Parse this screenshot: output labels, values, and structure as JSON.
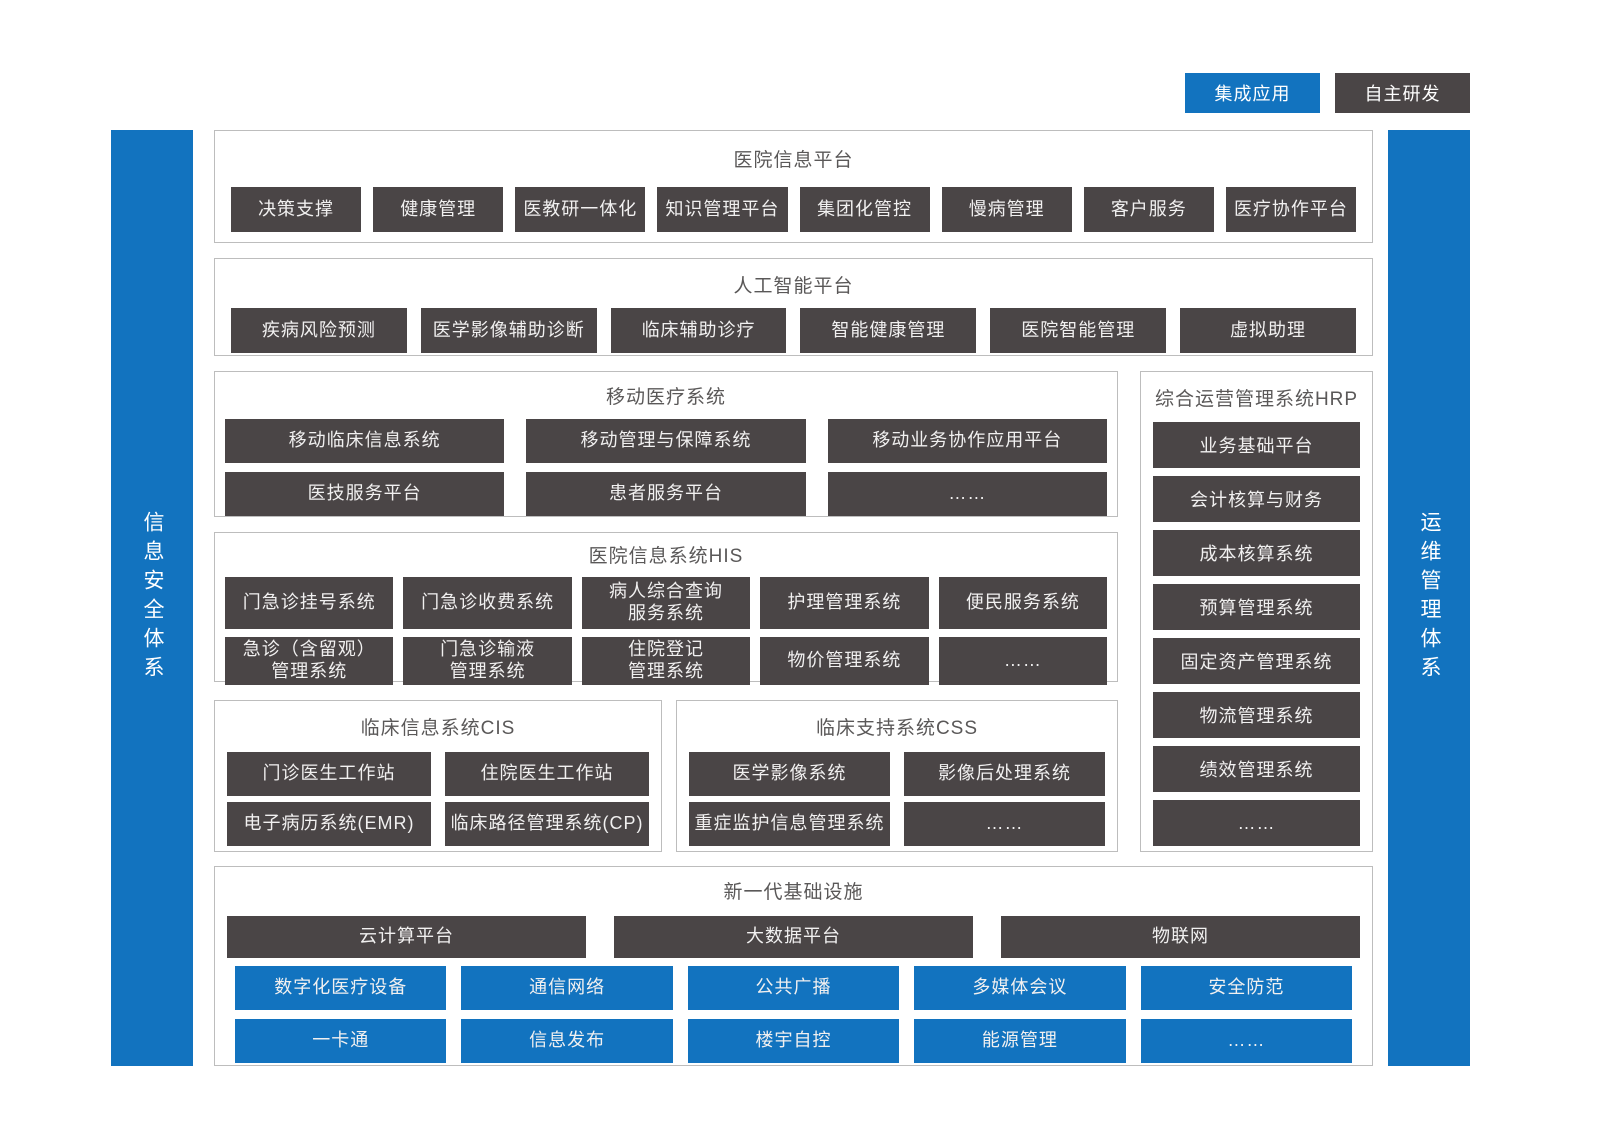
{
  "legend": {
    "integrated_label": "集成应用",
    "self_developed_label": "自主研发"
  },
  "colors": {
    "integrated_blue": "#1273bf",
    "self_developed_dark": "#4a4546",
    "section_border": "#bdbdbd",
    "title_text": "#5a5858",
    "box_text": "#f1f0f0"
  },
  "side_bars": {
    "left": "信息安全体系",
    "right": "运维管理体系"
  },
  "sections": {
    "platform": {
      "title": "医院信息平台",
      "items": [
        "决策支撑",
        "健康管理",
        "医教研一体化",
        "知识管理平台",
        "集团化管控",
        "慢病管理",
        "客户服务",
        "医疗协作平台"
      ]
    },
    "ai": {
      "title": "人工智能平台",
      "items": [
        "疾病风险预测",
        "医学影像辅助诊断",
        "临床辅助诊疗",
        "智能健康管理",
        "医院智能管理",
        "虚拟助理"
      ]
    },
    "mobile": {
      "title": "移动医疗系统",
      "rows": [
        [
          "移动临床信息系统",
          "移动管理与保障系统",
          "移动业务协作应用平台"
        ],
        [
          "医技服务平台",
          "患者服务平台",
          "……"
        ]
      ]
    },
    "hrp": {
      "title": "综合运营管理系统HRP",
      "items": [
        "业务基础平台",
        "会计核算与财务",
        "成本核算系统",
        "预算管理系统",
        "固定资产管理系统",
        "物流管理系统",
        "绩效管理系统",
        "……"
      ]
    },
    "his": {
      "title": "医院信息系统HIS",
      "rows": [
        [
          "门急诊挂号系统",
          "门急诊收费系统",
          "病人综合查询\n服务系统",
          "护理管理系统",
          "便民服务系统"
        ],
        [
          "急诊（含留观）\n管理系统",
          "门急诊输液\n管理系统",
          "住院登记\n管理系统",
          "物价管理系统",
          "……"
        ]
      ]
    },
    "cis": {
      "title": "临床信息系统CIS",
      "rows": [
        [
          "门诊医生工作站",
          "住院医生工作站"
        ],
        [
          "电子病历系统(EMR)",
          "临床路径管理系统(CP)"
        ]
      ]
    },
    "css": {
      "title": "临床支持系统CSS",
      "rows": [
        [
          "医学影像系统",
          "影像后处理系统"
        ],
        [
          "重症监护信息管理系统",
          "……"
        ]
      ]
    },
    "infra": {
      "title": "新一代基础设施",
      "dark_row": [
        "云计算平台",
        "大数据平台",
        "物联网"
      ],
      "blue_rows": [
        [
          "数字化医疗设备",
          "通信网络",
          "公共广播",
          "多媒体会议",
          "安全防范"
        ],
        [
          "一卡通",
          "信息发布",
          "楼宇自控",
          "能源管理",
          "……"
        ]
      ]
    }
  }
}
